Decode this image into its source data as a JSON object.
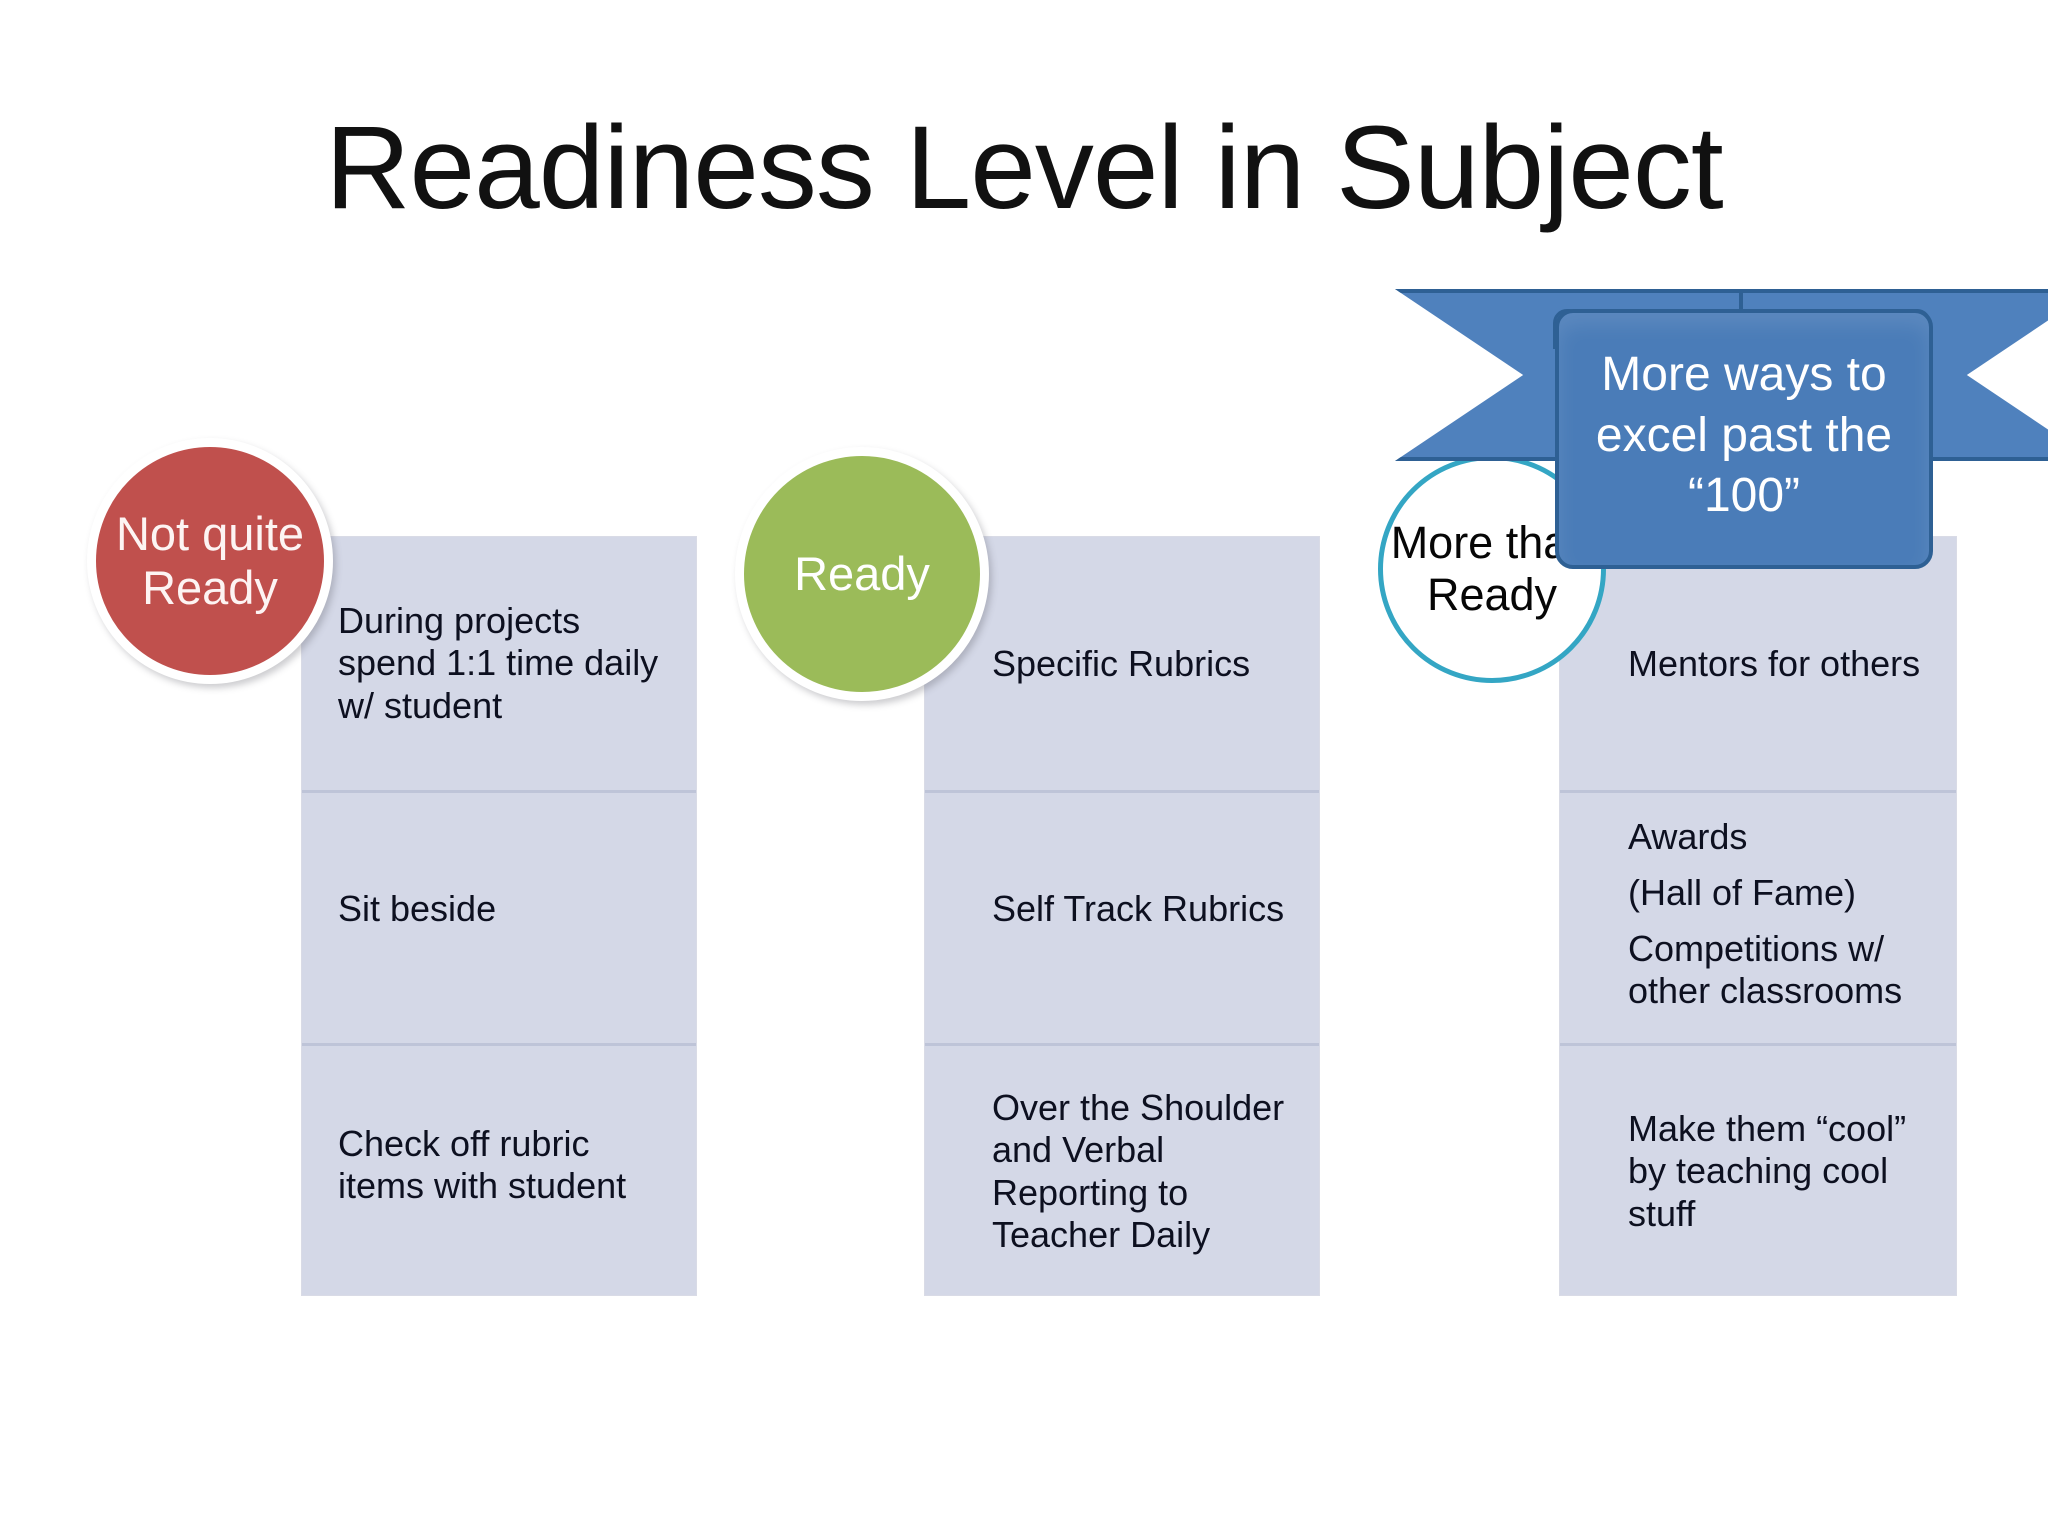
{
  "slide": {
    "title": "Readiness Level in Subject",
    "background_color": "#FFFFFF"
  },
  "colors": {
    "red_circle": "#C0504D",
    "green_circle": "#9BBB59",
    "teal_outline": "#34A6C4",
    "panel_background": "#D4D8E7",
    "ribbon_blue": "#4F81BD",
    "ribbon_border": "#2E6094",
    "body_text": "#0D1020"
  },
  "ribbon": {
    "text": "More ways to excel past the “100”",
    "lines": [
      "More ways to",
      "excel past",
      "the “100”"
    ]
  },
  "columns": [
    {
      "id": "not-quite-ready",
      "circle_label": "Not quite Ready",
      "circle_lines": [
        "Not",
        "quite",
        "Ready"
      ],
      "circle_style": "filled-red",
      "items": [
        "During projects spend 1:1 time daily w/ student",
        "Sit beside",
        "Check off rubric items with student"
      ]
    },
    {
      "id": "ready",
      "circle_label": "Ready",
      "circle_lines": [
        "Ready"
      ],
      "circle_style": "filled-green",
      "items": [
        "Specific Rubrics",
        "Self Track Rubrics",
        "Over the Shoulder and Verbal Reporting to Teacher Daily"
      ]
    },
    {
      "id": "more-than-ready",
      "circle_label": "More than Ready",
      "circle_lines": [
        "More",
        "than",
        "Ready"
      ],
      "circle_style": "outline-teal",
      "items": [
        "Mentors for others",
        "Awards",
        "(Hall of Fame)",
        "Competitions w/ other classrooms",
        "Make them “cool” by teaching cool stuff"
      ]
    }
  ]
}
